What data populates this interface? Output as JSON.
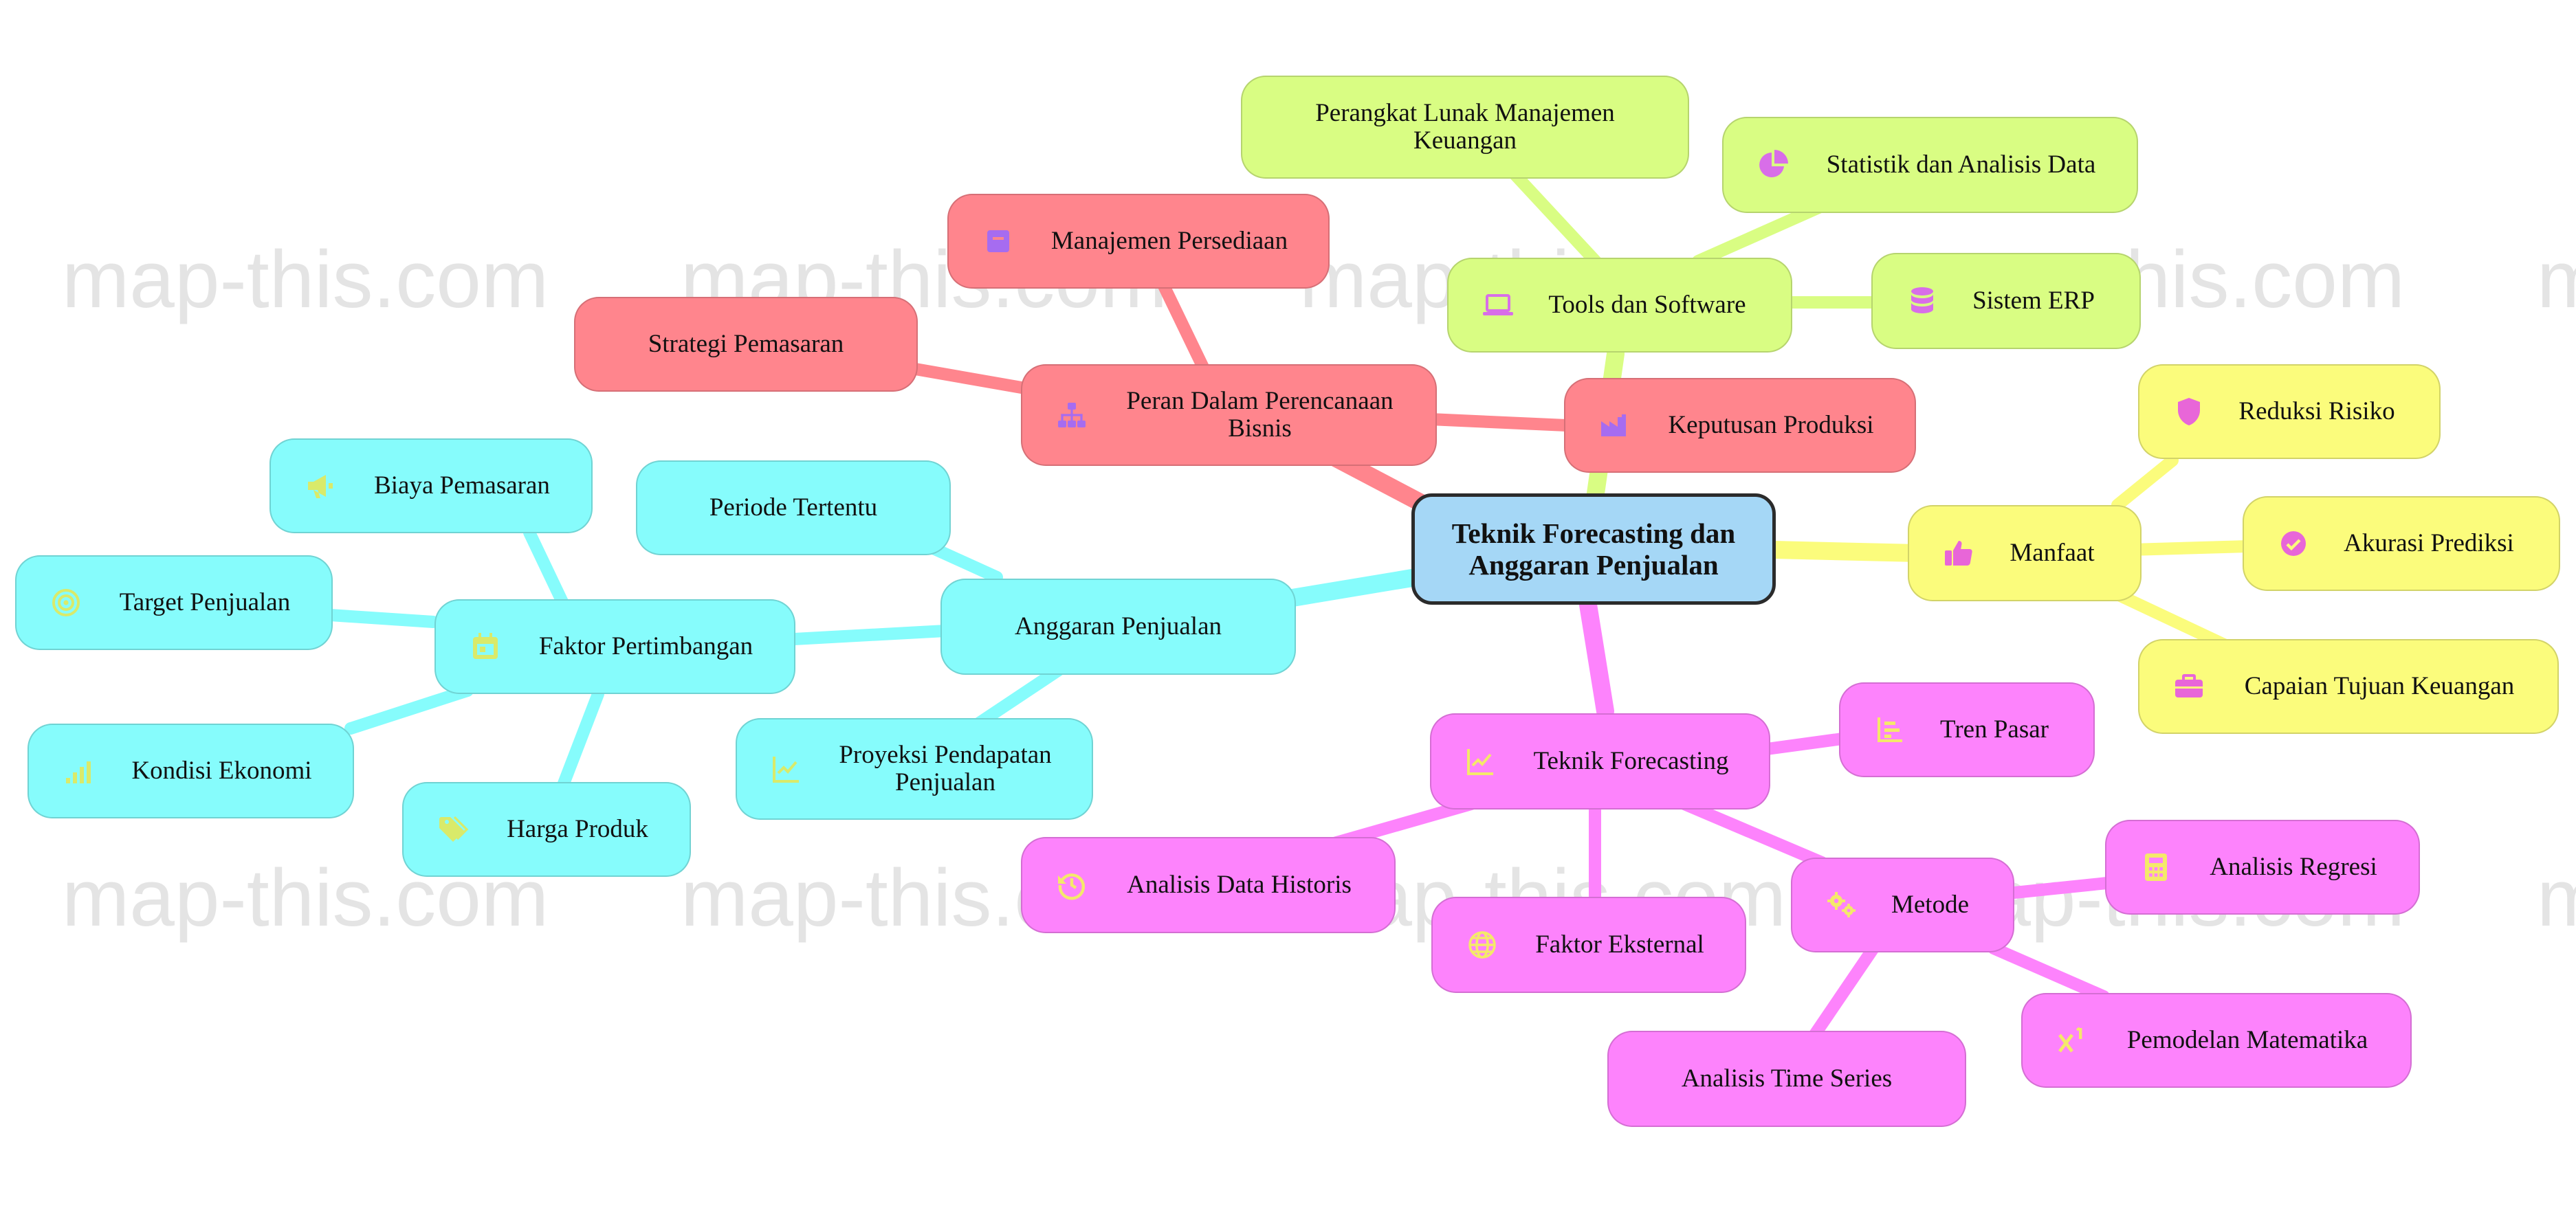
{
  "watermark": "map-this.com",
  "colors": {
    "red": "#ff858d",
    "cyan": "#86fcfc",
    "yellow": "#fbfc7c",
    "lime": "#d9fd83",
    "pink": "#fd83fc",
    "root": "#a5d7f6"
  },
  "root": {
    "label": "Teknik Forecasting dan Anggaran Penjualan"
  },
  "branches": {
    "peran": {
      "label": "Peran Dalam Perencanaan Bisnis",
      "icon": "sitemap-icon",
      "children": {
        "manajemen": {
          "label": "Manajemen Persediaan",
          "icon": "box-icon"
        },
        "strategi": {
          "label": "Strategi Pemasaran"
        },
        "keputusan": {
          "label": "Keputusan Produksi",
          "icon": "industry-icon"
        }
      }
    },
    "tools": {
      "label": "Tools dan Software",
      "icon": "laptop-icon",
      "children": {
        "perangkat": {
          "label": "Perangkat Lunak Manajemen Keuangan"
        },
        "statistik": {
          "label": "Statistik dan Analisis Data",
          "icon": "pie-chart-icon"
        },
        "erp": {
          "label": "Sistem ERP",
          "icon": "database-icon"
        }
      }
    },
    "manfaat": {
      "label": "Manfaat",
      "icon": "thumbs-up-icon",
      "children": {
        "reduksi": {
          "label": "Reduksi Risiko",
          "icon": "shield-icon"
        },
        "akurasi": {
          "label": "Akurasi Prediksi",
          "icon": "check-circle-icon"
        },
        "capaian": {
          "label": "Capaian Tujuan Keuangan",
          "icon": "briefcase-icon"
        }
      }
    },
    "anggaran": {
      "label": "Anggaran Penjualan",
      "children": {
        "periode": {
          "label": "Periode Tertentu"
        },
        "proyeksi": {
          "label": "Proyeksi Pendapatan Penjualan",
          "icon": "line-chart-icon"
        },
        "faktor": {
          "label": "Faktor Pertimbangan",
          "icon": "calendar-icon",
          "children": {
            "biaya": {
              "label": "Biaya Pemasaran",
              "icon": "megaphone-icon"
            },
            "target": {
              "label": "Target Penjualan",
              "icon": "target-icon"
            },
            "kondisi": {
              "label": "Kondisi Ekonomi",
              "icon": "signal-bars-icon"
            },
            "harga": {
              "label": "Harga Produk",
              "icon": "tags-icon"
            }
          }
        }
      }
    },
    "teknik": {
      "label": "Teknik Forecasting",
      "icon": "area-chart-icon",
      "children": {
        "tren": {
          "label": "Tren Pasar",
          "icon": "bar-chart-icon"
        },
        "historis": {
          "label": "Analisis Data Historis",
          "icon": "history-icon"
        },
        "eksternal": {
          "label": "Faktor Eksternal",
          "icon": "globe-icon"
        },
        "metode": {
          "label": "Metode",
          "icon": "gears-icon",
          "children": {
            "regresi": {
              "label": "Analisis Regresi",
              "icon": "calculator-icon"
            },
            "pemodelan": {
              "label": "Pemodelan Matematika",
              "icon": "superscript-icon"
            },
            "timeseries": {
              "label": "Analisis Time Series"
            }
          }
        }
      }
    }
  }
}
